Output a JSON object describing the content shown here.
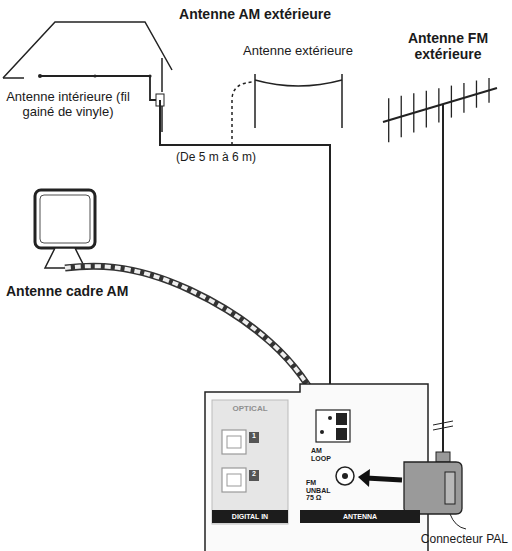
{
  "diagram": {
    "nodes": [
      {
        "text": [
          "DIGITAL IN"
        ]
      },
      {
        "text": [
          "ANTENNA"
        ]
      }
    ],
    "labels": [
      "Antenne AM extérieure",
      "Antenne extérieure",
      "Antenne intérieure (fil gainé de vinyle)",
      "(De 5 m à 6 m)",
      "Antenne FM extérieure",
      "Antenne cadre AM",
      "OPTICAL",
      "1",
      "2",
      "AM LOOP",
      "FM UNBAL 75 Ω",
      "Connecteur PAL"
    ]
  }
}
